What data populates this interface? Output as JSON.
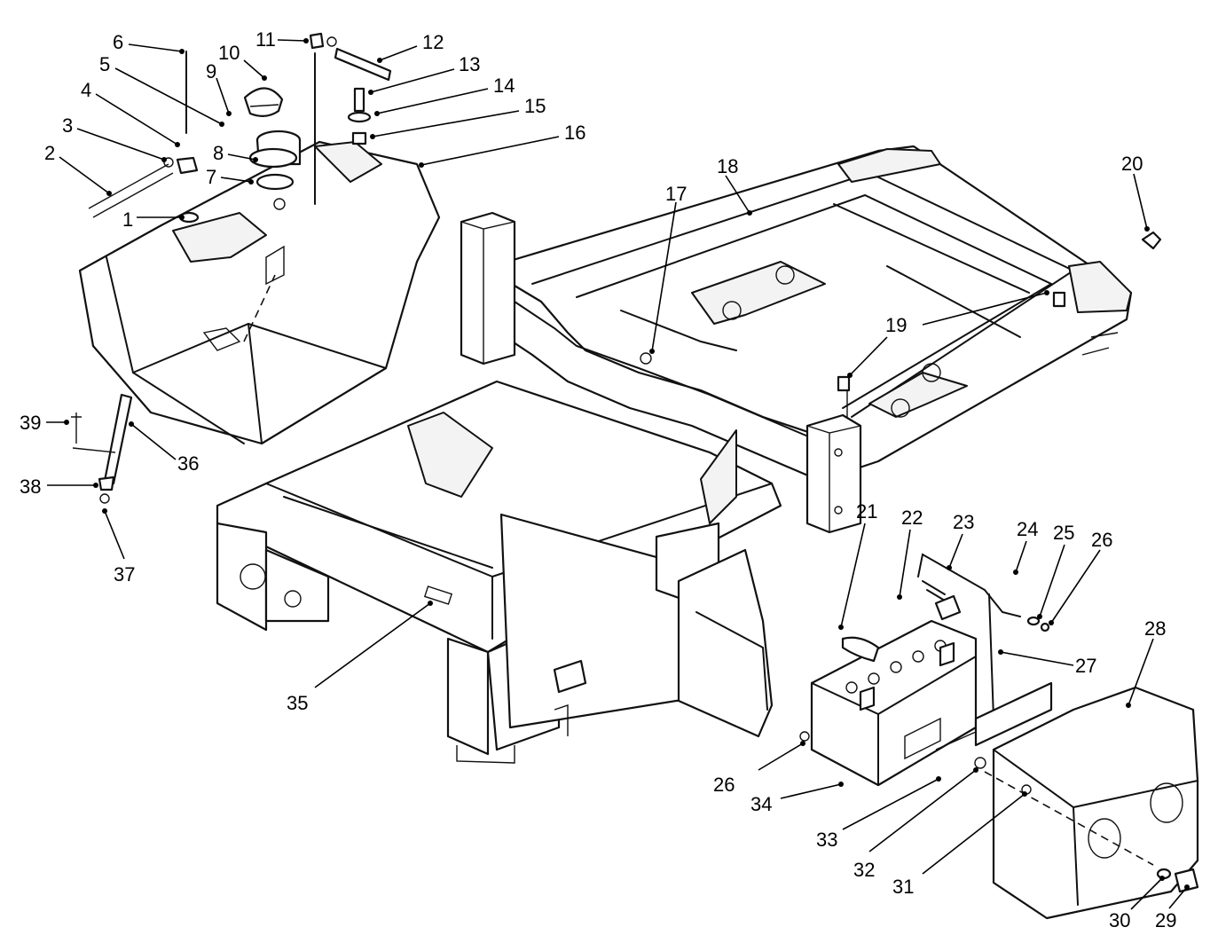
{
  "callouts": [
    {
      "label": "1"
    },
    {
      "label": "2"
    },
    {
      "label": "3"
    },
    {
      "label": "4"
    },
    {
      "label": "5"
    },
    {
      "label": "6"
    },
    {
      "label": "7"
    },
    {
      "label": "8"
    },
    {
      "label": "9"
    },
    {
      "label": "10"
    },
    {
      "label": "11"
    },
    {
      "label": "12"
    },
    {
      "label": "13"
    },
    {
      "label": "14"
    },
    {
      "label": "15"
    },
    {
      "label": "16"
    },
    {
      "label": "17"
    },
    {
      "label": "18"
    },
    {
      "label": "19"
    },
    {
      "label": "20"
    },
    {
      "label": "21"
    },
    {
      "label": "22"
    },
    {
      "label": "23"
    },
    {
      "label": "24"
    },
    {
      "label": "25"
    },
    {
      "label": "26"
    },
    {
      "label": "26"
    },
    {
      "label": "27"
    },
    {
      "label": "28"
    },
    {
      "label": "29"
    },
    {
      "label": "30"
    },
    {
      "label": "31"
    },
    {
      "label": "32"
    },
    {
      "label": "33"
    },
    {
      "label": "34"
    },
    {
      "label": "35"
    },
    {
      "label": "36"
    },
    {
      "label": "37"
    },
    {
      "label": "38"
    },
    {
      "label": "39"
    }
  ],
  "colors": {
    "ink": "#000000",
    "paper": "#ffffff"
  }
}
